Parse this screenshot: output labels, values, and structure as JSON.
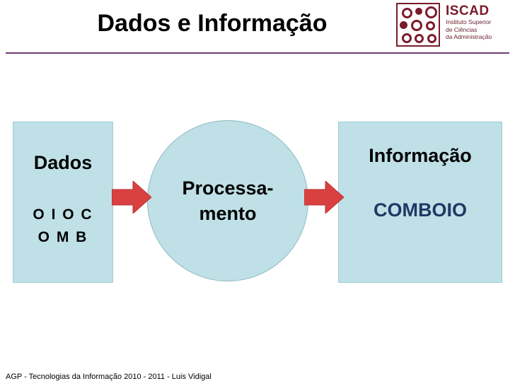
{
  "slide": {
    "title": "Dados e Informação",
    "footer": "AGP - Tecnologias da Informação 2010 - 2011 - Luis Vidigal",
    "accent_rule_color": "#6f3e6f",
    "shape_fill_color": "#bfe0e6",
    "arrow_color": "#d94040"
  },
  "logo": {
    "name": "ISCAD",
    "line1": "Instituto Superior",
    "line2": "de Ciências",
    "line3": "da Administração",
    "color": "#7a1b2b"
  },
  "diagram": {
    "input_box": {
      "title": "Dados",
      "values": "O I O C\nO M B"
    },
    "process_circle": {
      "title": "Processa-\nmento"
    },
    "output_box": {
      "title": "Informação",
      "value": "COMBOIO",
      "value_color": "#1f3864"
    },
    "arrow_1_name": "arrow-right-icon",
    "arrow_2_name": "arrow-right-icon"
  }
}
